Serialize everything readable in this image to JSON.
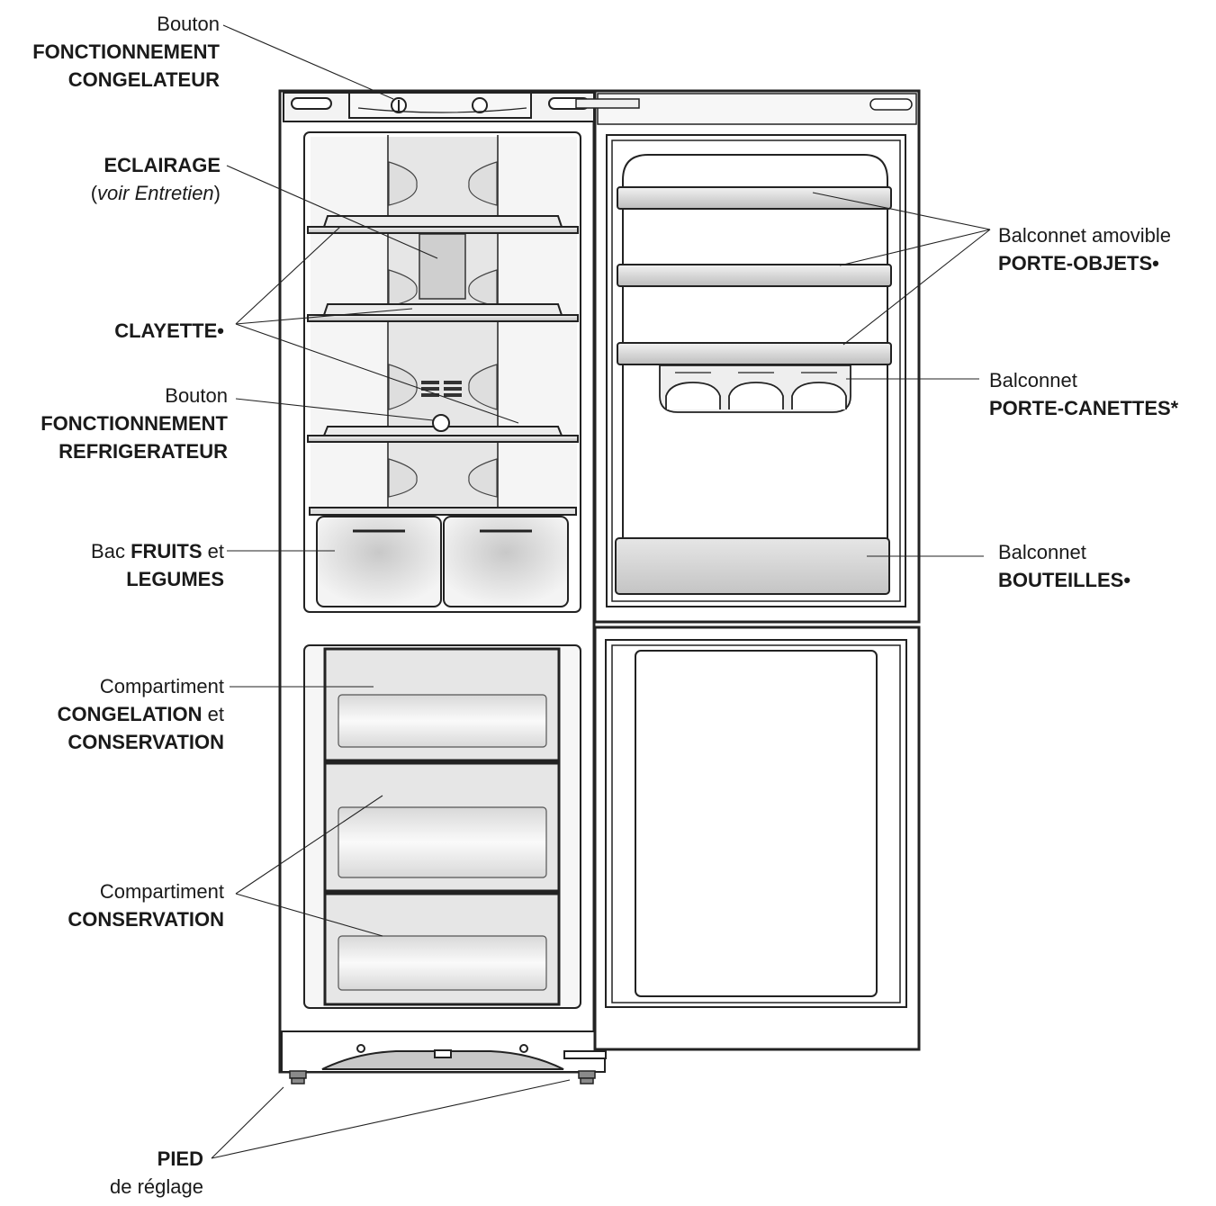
{
  "labels": {
    "freezer_button": {
      "line1": "Bouton",
      "line2": "FONCTIONNEMENT",
      "line3": "CONGELATEUR"
    },
    "lighting": {
      "line1": "ECLAIRAGE",
      "line2_open": "(",
      "line2_italic": "voir Entretien",
      "line2_close": ")"
    },
    "shelf": {
      "line1": "CLAYETTE•"
    },
    "fridge_button": {
      "line1": "Bouton",
      "line2": "FONCTIONNEMENT",
      "line3": "REFRIGERATEUR"
    },
    "crisper": {
      "line1_a": "Bac ",
      "line1_b": "FRUITS",
      "line1_c": " et",
      "line2": "LEGUMES"
    },
    "freezer_compartment": {
      "line1": "Compartiment",
      "line2_a": "CONGELATION",
      "line2_b": " et",
      "line3": "CONSERVATION"
    },
    "storage_compartment": {
      "line1": "Compartiment",
      "line2": "CONSERVATION"
    },
    "foot": {
      "line1": "PIED",
      "line2": "de réglage"
    },
    "door_racks": {
      "line1": "Balconnet amovible",
      "line2": "PORTE-OBJETS•"
    },
    "can_rack": {
      "line1": "Balconnet",
      "line2": "PORTE-CANETTES*"
    },
    "bottle_rack": {
      "line1": "Balconnet",
      "line2": "BOUTEILLES•"
    }
  },
  "colors": {
    "line": "#222222",
    "fill_light": "#eeeeee",
    "fill_mid": "#d9d9d9",
    "fill_dark": "#bdbdbd"
  }
}
